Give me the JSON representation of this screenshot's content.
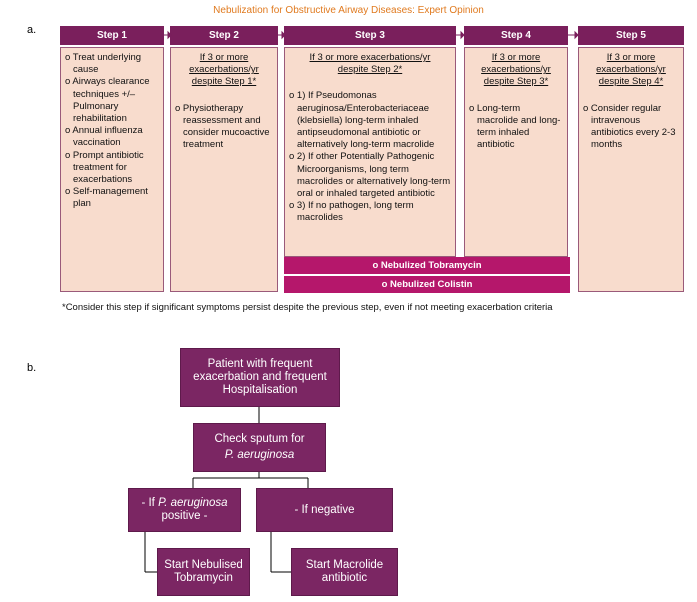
{
  "title": "Nebulization for Obstructive Airway Diseases: Expert Opinion",
  "panel_a_label": "a.",
  "panel_b_label": "b.",
  "steps": [
    {
      "header": "Step 1",
      "condition": [],
      "items": [
        "o Treat underlying cause",
        "o Airways clearance techniques +/– Pulmonary rehabilitation",
        "o Annual influenza vaccination",
        "o Prompt antibiotic treatment for exacerbations",
        "o Self-management plan"
      ]
    },
    {
      "header": "Step 2",
      "condition": [
        "If 3 or more",
        "exacerbations/yr",
        "despite Step 1*"
      ],
      "items": [
        "o Physiotherapy reassessment and consider mucoactive treatment"
      ]
    },
    {
      "header": "Step 3",
      "condition": [
        "If 3 or more exacerbations/yr",
        "despite Step 2*"
      ],
      "items": [
        "o 1) If Pseudomonas aeruginosa/Enterobacteriaceae (klebsiella) long-term inhaled antipseudomonal antibiotic or alternatively long-term macrolide",
        "o 2) If other Potentially Pathogenic Microorganisms, long term macrolides or alternatively long-term oral or inhaled targeted antibiotic",
        "o 3) If no pathogen, long term macrolides"
      ]
    },
    {
      "header": "Step 4",
      "condition": [
        "If 3 or more",
        "exacerbations/yr",
        "despite Step 3*"
      ],
      "items": [
        "o Long-term macrolide and long-term inhaled antibiotic"
      ]
    },
    {
      "header": "Step 5",
      "condition": [
        "If 3 or more",
        "exacerbations/yr",
        "despite Step 4*"
      ],
      "items": [
        "o Consider regular intravenous antibiotics every 2-3 months"
      ]
    }
  ],
  "bars": [
    "o Nebulized Tobramycin",
    "o Nebulized Colistin"
  ],
  "footnote": "*Consider this step if significant symptoms persist despite the previous step, even if not meeting exacerbation criteria",
  "flow": {
    "patient": "Patient with  frequent exacerbation and frequent Hospitalisation",
    "check_line1": "Check sputum for",
    "check_line2": "P. aeruginosa",
    "pos_prefix": "- If ",
    "pos_italic": "P. aeruginosa",
    "pos_line2": "positive -",
    "negative": "- If negative",
    "tobramycin": "Start Nebulised Tobramycin",
    "macrolide": "Start Macrolide antibiotic"
  },
  "colors": {
    "header": "#7a1f5c",
    "body": "#f8dccd",
    "bar": "#b5176b",
    "box": "#7b2663",
    "title": "#e07a1f"
  }
}
